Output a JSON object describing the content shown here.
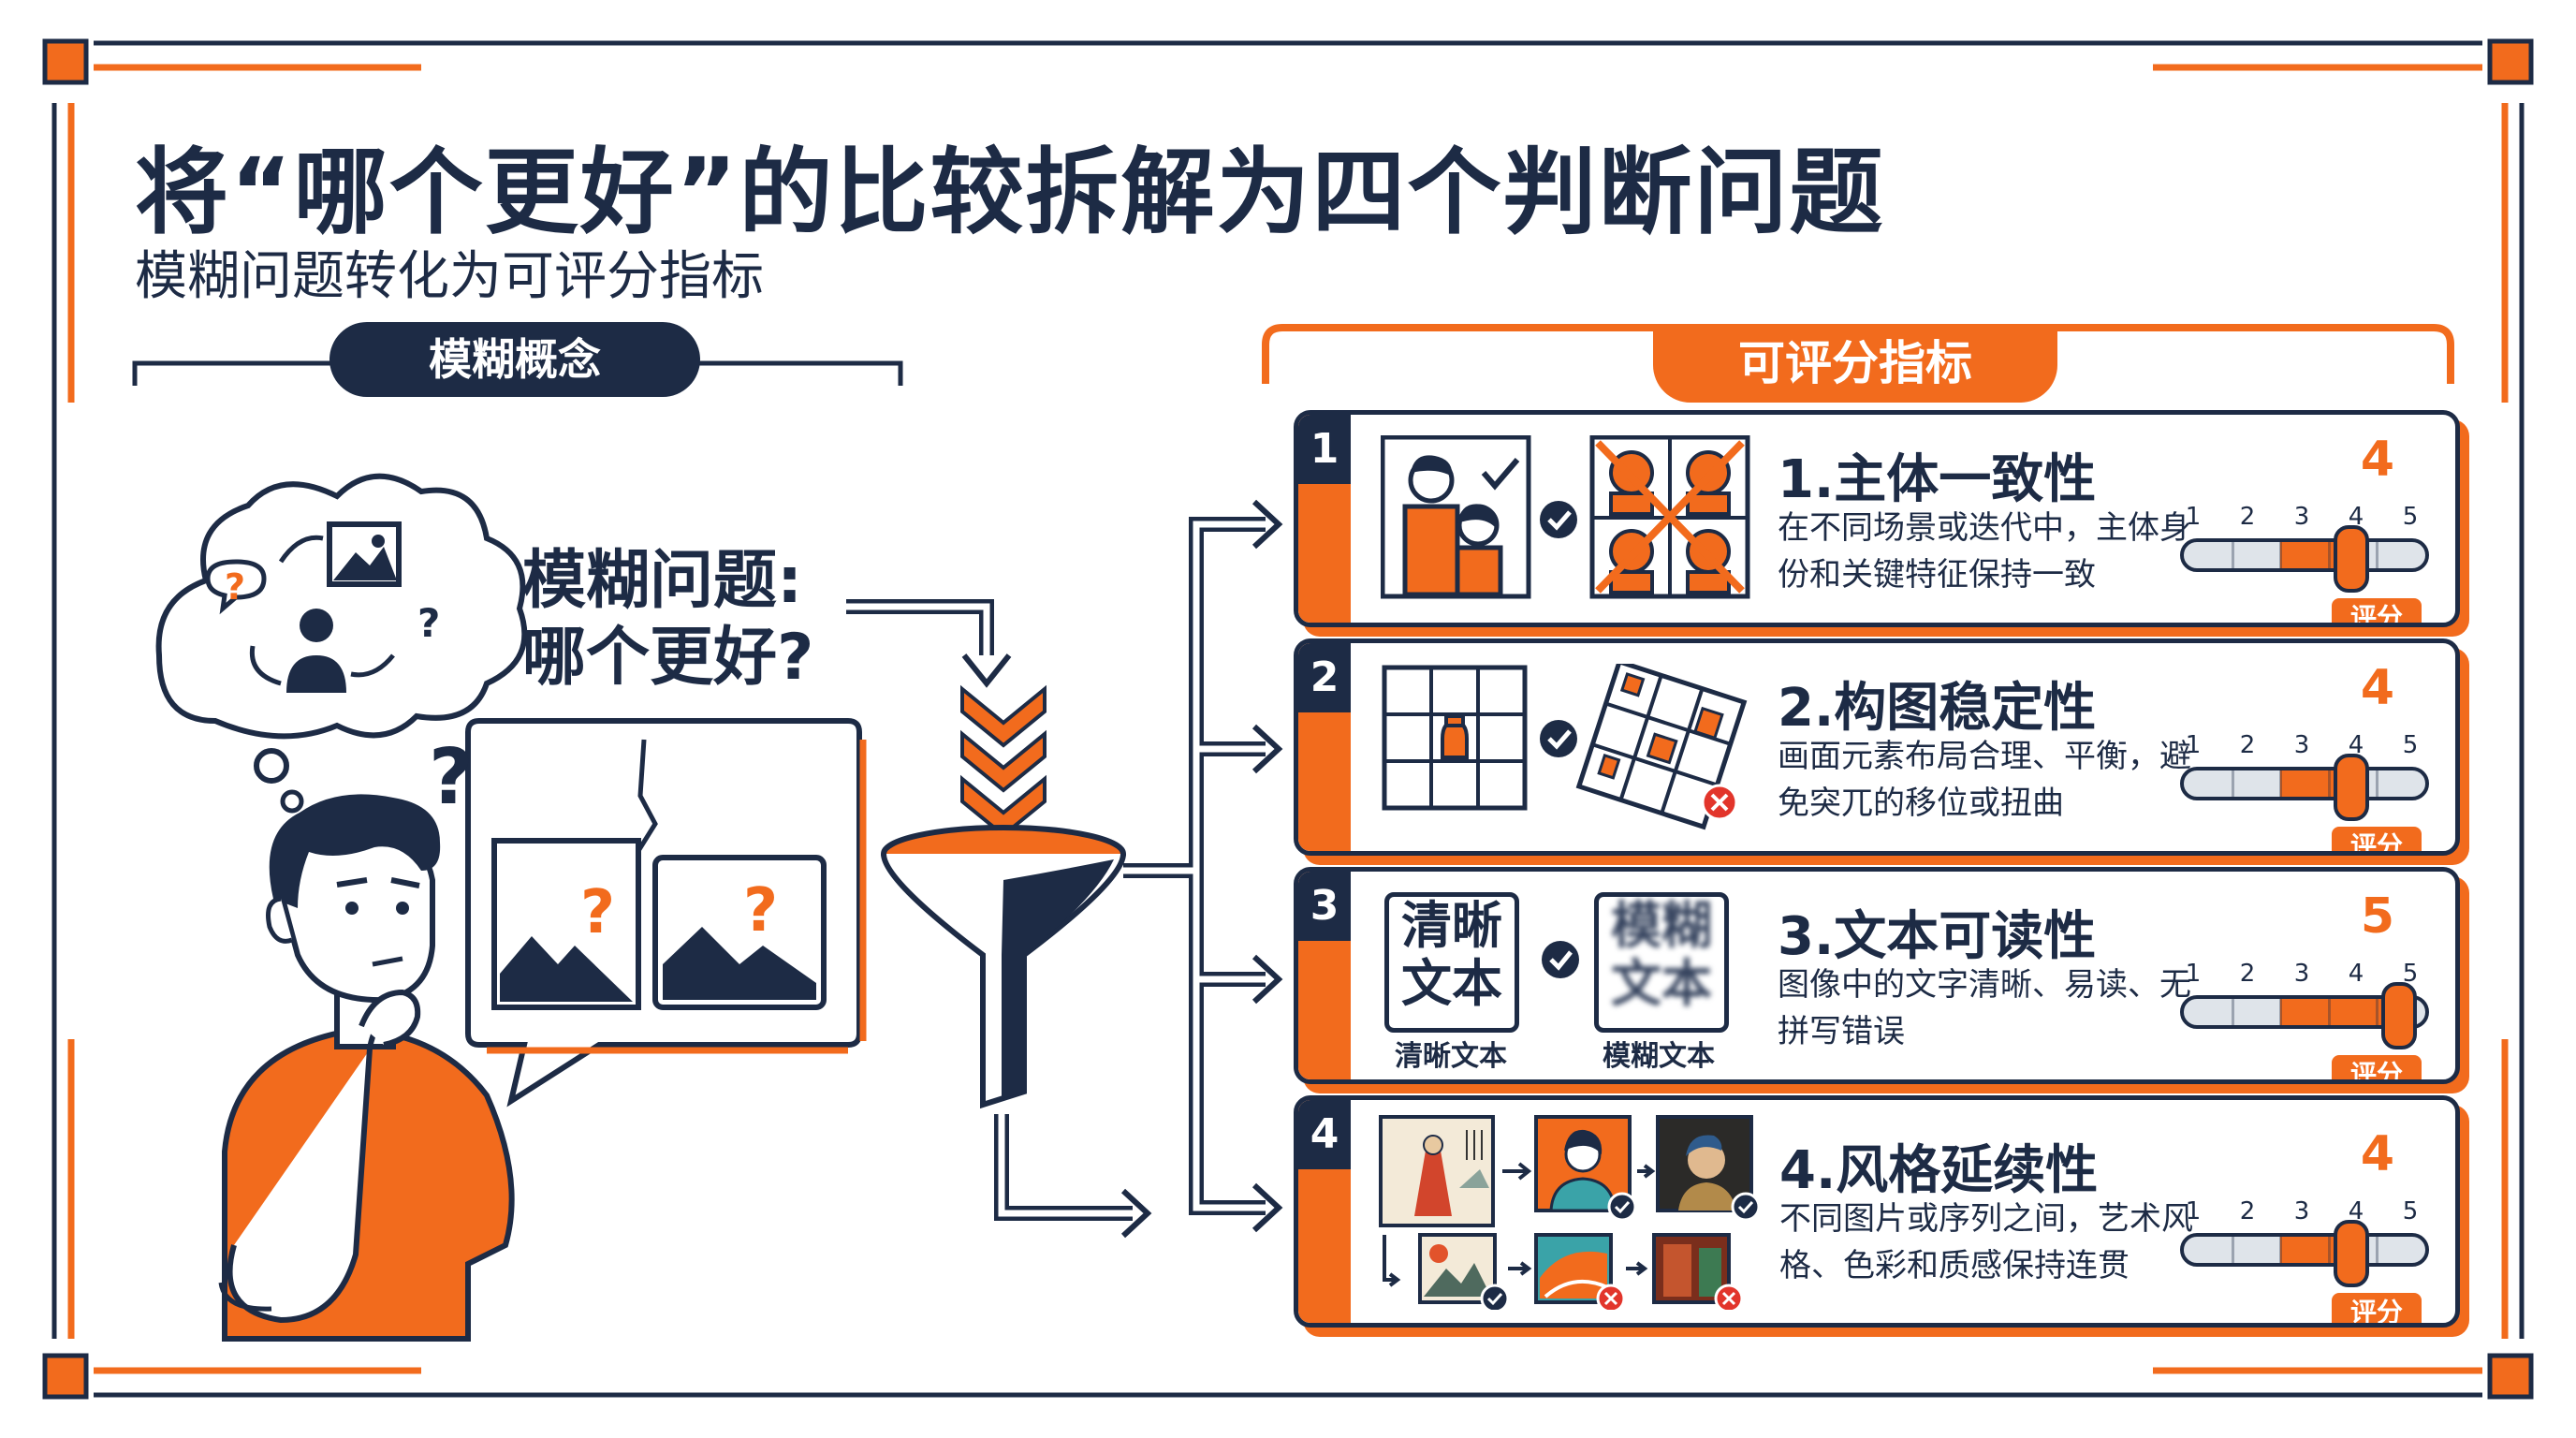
{
  "title": "将“哪个更好”的比较拆解为四个判断问题",
  "subtitle": "模糊问题转化为可评分指标",
  "left_panel": {
    "label": "模糊概念",
    "question_line1": "模糊问题:",
    "question_line2": "哪个更好?"
  },
  "right_panel": {
    "label": "可评分指标"
  },
  "scale_ticks": [
    "1",
    "2",
    "3",
    "4",
    "5"
  ],
  "score_badge": "评分",
  "criteria": [
    {
      "number": "1",
      "title": "1.主体一致性",
      "description": "在不同场景或迭代中，主体身份和关键特征保持一致",
      "score": 4
    },
    {
      "number": "2",
      "title": "2.构图稳定性",
      "description": "画面元素布局合理、平衡，避免突兀的移位或扭曲",
      "score": 4
    },
    {
      "number": "3",
      "title": "3.文本可读性",
      "description": "图像中的文字清晰、易读、无拼写错误",
      "score": 5,
      "clear_sample_line1": "清晰",
      "clear_sample_line2": "文本",
      "clear_caption": "清晰文本",
      "blurry_sample_line1": "模糊",
      "blurry_sample_line2": "文本",
      "blurry_caption": "模糊文本"
    },
    {
      "number": "4",
      "title": "4.风格延续性",
      "description": "不同图片或序列之间，艺术风格、色彩和质感保持连贯",
      "score": 4
    }
  ],
  "colors": {
    "navy": "#1d2b45",
    "orange": "#f26b1d",
    "light_gray": "#dfe4ea"
  }
}
